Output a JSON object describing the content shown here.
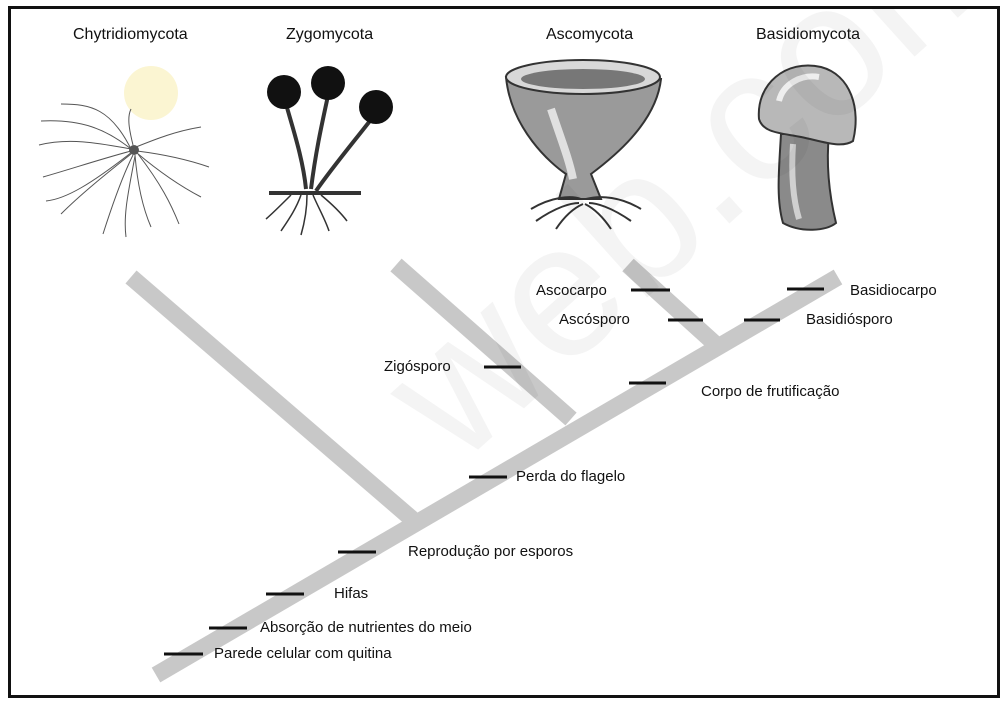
{
  "taxa": [
    {
      "id": "chytridiomycota",
      "label": "Chytridiomycota"
    },
    {
      "id": "zygomycota",
      "label": "Zygomycota"
    },
    {
      "id": "ascomycota",
      "label": "Ascomycota"
    },
    {
      "id": "basidiomycota",
      "label": "Basidiomycota"
    }
  ],
  "traits": {
    "parede": "Parede celular com quitina",
    "absorcao": "Absorção de nutrientes do meio",
    "hifas": "Hifas",
    "reproducao": "Reprodução por esporos",
    "flagelo": "Perda do flagelo",
    "corpo": "Corpo de frutificação",
    "zigosporo": "Zigósporo",
    "ascocarpo": "Ascocarpo",
    "ascosporo": "Ascósporo",
    "basidiocarpo": "Basidiocarpo",
    "basidiosporo": "Basidiósporo"
  },
  "watermark": "web.com",
  "colors": {
    "branch": "#c8c8c8",
    "text": "#111111",
    "border": "#111111"
  }
}
